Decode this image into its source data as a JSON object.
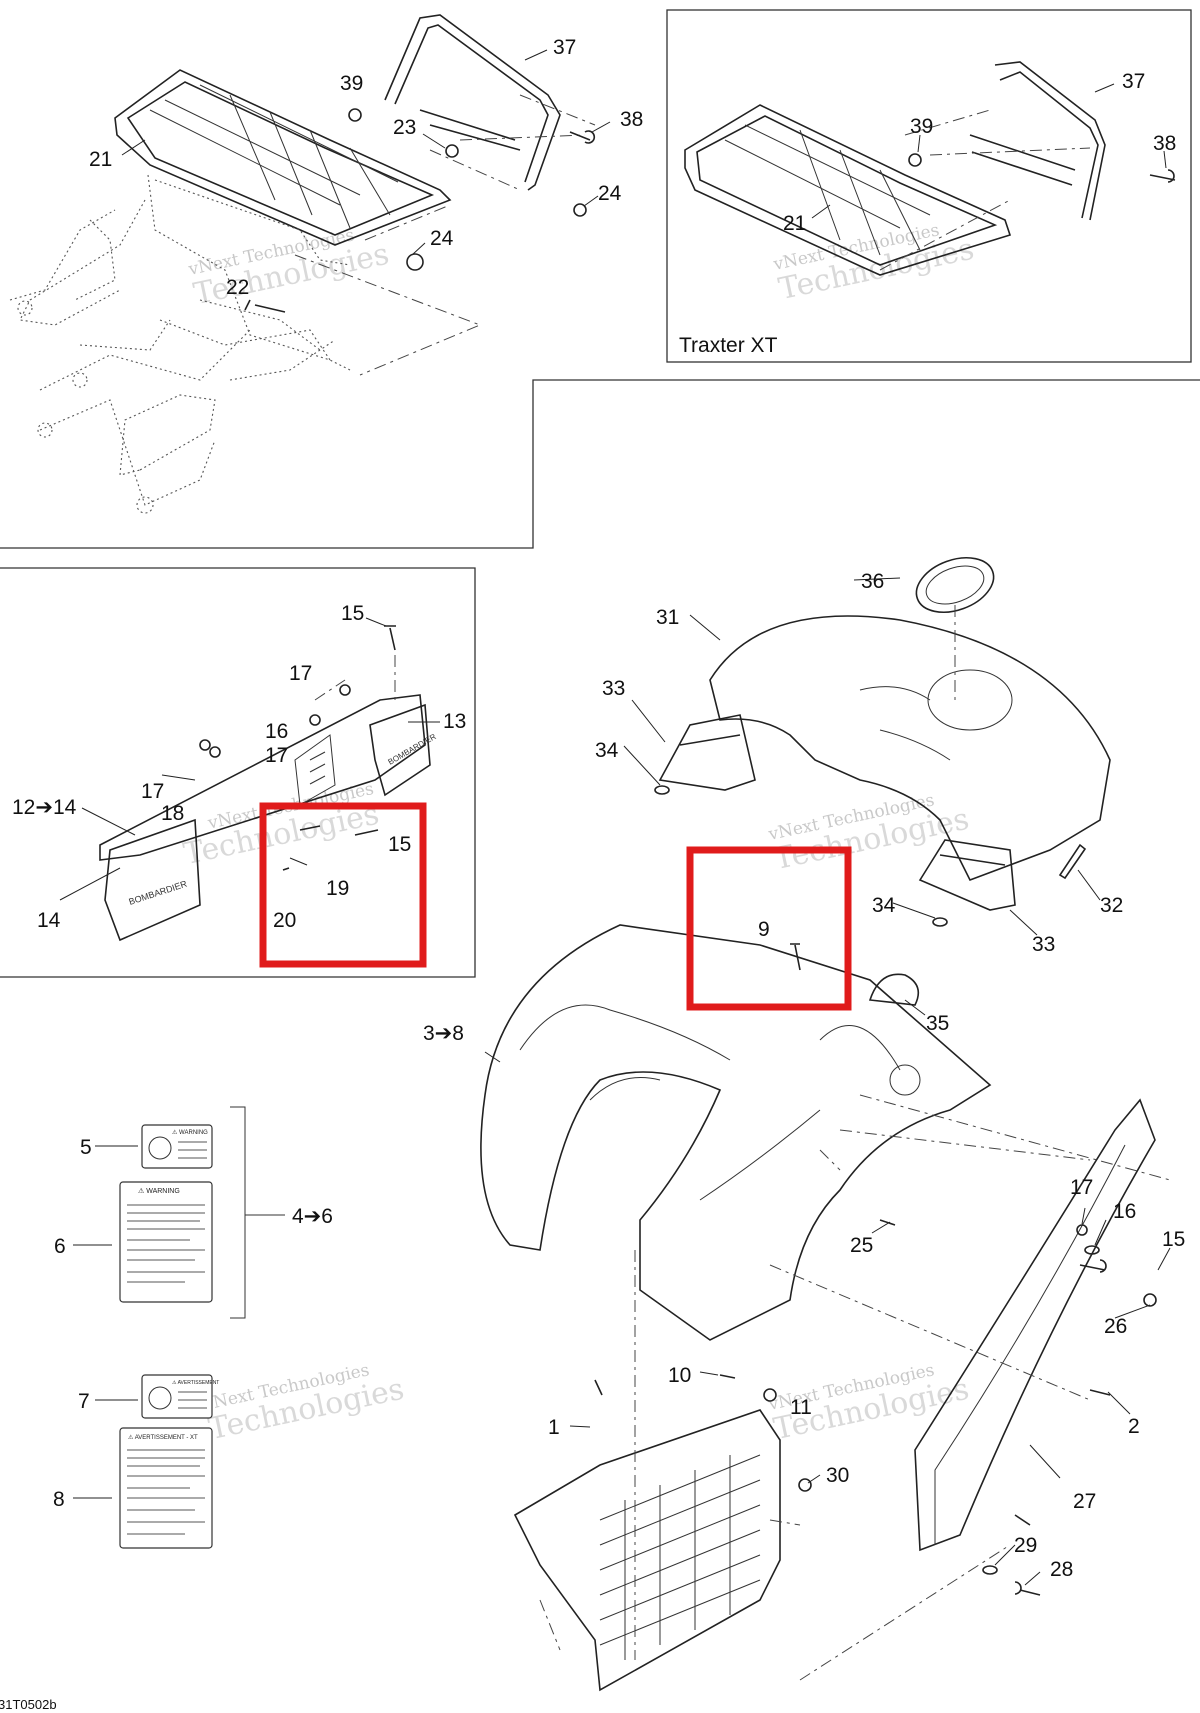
{
  "diagram": {
    "figure_code": "31T0502b",
    "inset_caption": "Traxter XT",
    "watermarks": [
      "vNext Technologies",
      "vNext Technologies",
      "vNext Technologies",
      "vNext Technologies",
      "vNext Technologies"
    ],
    "callouts": [
      "37",
      "39",
      "38",
      "23",
      "21",
      "24",
      "24",
      "22",
      "37",
      "38",
      "39",
      "21",
      "15",
      "17",
      "13",
      "16",
      "17",
      "17",
      "18",
      "12➔14",
      "14",
      "15",
      "19",
      "20",
      "36",
      "31",
      "33",
      "34",
      "34",
      "33",
      "32",
      "9",
      "35",
      "3➔8",
      "5",
      "6",
      "4➔6",
      "7",
      "8",
      "25",
      "17",
      "16",
      "15",
      "26",
      "10",
      "2",
      "1",
      "11",
      "30",
      "27",
      "29",
      "28"
    ],
    "highlight_color": "#e01b1b",
    "decals": {
      "5": {
        "heading": "⚠ WARNING"
      },
      "6": {
        "heading": "⚠ WARNING"
      },
      "7": {
        "heading": "⚠ AVERTISSEMENT"
      },
      "8": {
        "heading": "⚠ AVERTISSEMENT - XT"
      }
    },
    "emblem_text": "BOMBARDIER"
  }
}
